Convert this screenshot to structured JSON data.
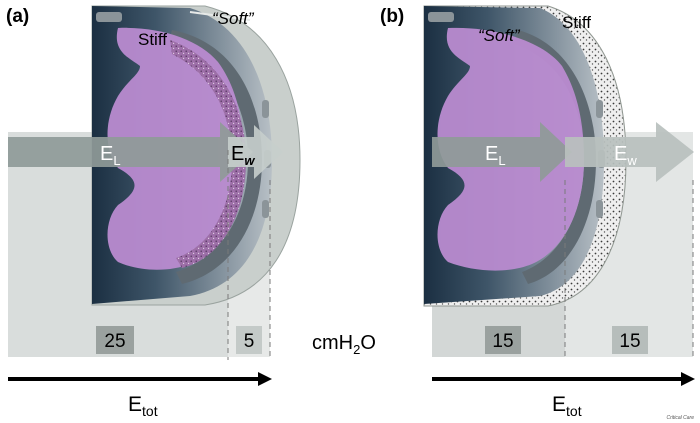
{
  "panel_a": {
    "label": "(a)",
    "lung_label": "Stiff",
    "wall_label": "“Soft”",
    "arrow_lung": {
      "main": "E",
      "sub": "L"
    },
    "arrow_wall": {
      "main": "E",
      "sub": "w"
    },
    "lung_pressure": "25",
    "wall_pressure": "5",
    "total": {
      "main": "E",
      "sub": "tot"
    }
  },
  "panel_b": {
    "label": "(b)",
    "lung_label": "“Soft”",
    "wall_label": "Stiff",
    "arrow_lung": {
      "main": "E",
      "sub": "L"
    },
    "arrow_wall": {
      "main": "E",
      "sub": "w"
    },
    "lung_pressure": "15",
    "wall_pressure": "15",
    "total": {
      "main": "E",
      "sub": "tot"
    }
  },
  "unit": {
    "main": "cmH",
    "sub": "2",
    "tail": "O"
  },
  "credit": "Critical Care",
  "colors": {
    "lung": "#b98bd0",
    "arrow": "#8f9a98",
    "panel_shade": "#d8dcdb",
    "wall": "#5f6a72",
    "dark_tissue": "#1e3346"
  }
}
